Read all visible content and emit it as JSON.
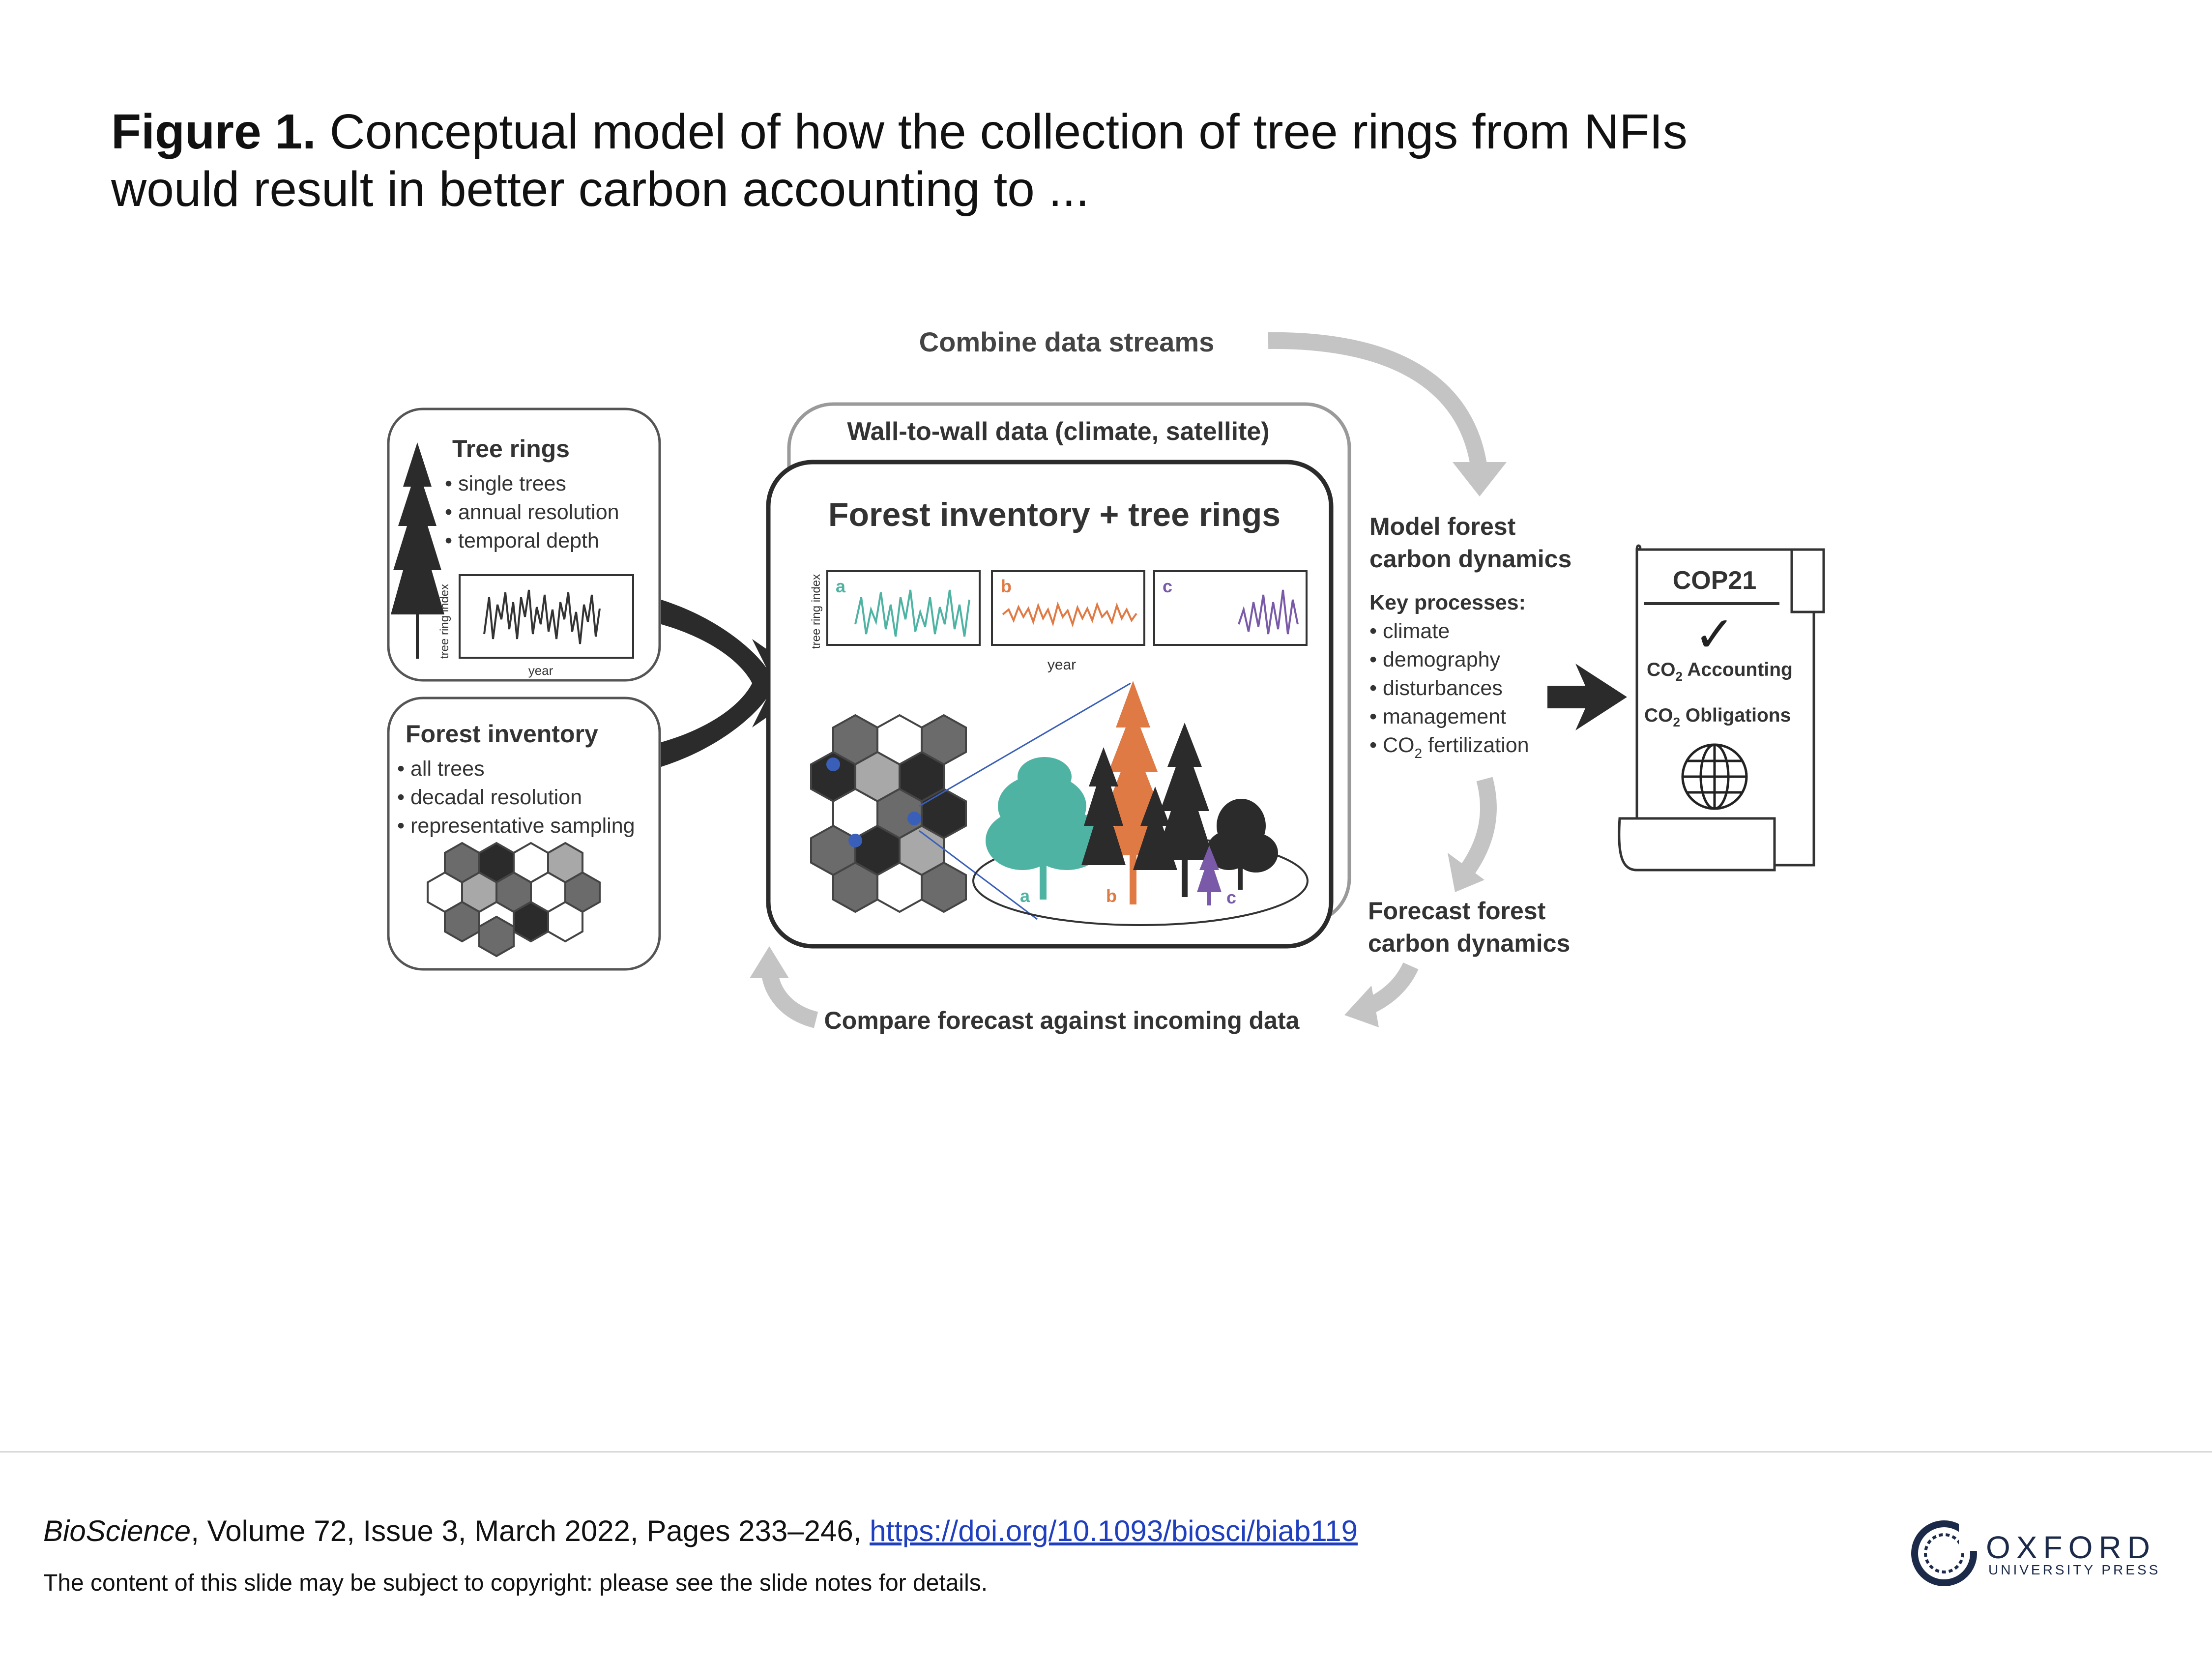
{
  "caption": {
    "label": "Figure 1.",
    "text": " Conceptual model of how the collection of tree rings from NFIs would result in better carbon accounting to ..."
  },
  "diagram": {
    "combine": "Combine data streams",
    "tree_rings": {
      "title": "Tree rings",
      "bullets": [
        "• single trees",
        "• annual resolution",
        "• temporal depth"
      ],
      "y_label": "tree ring index",
      "x_label": "year"
    },
    "forest_inventory": {
      "title": "Forest inventory",
      "bullets": [
        "• all trees",
        "• decadal resolution",
        "• representative sampling"
      ]
    },
    "wall_to_wall": "Wall-to-wall data (climate, satellite)",
    "center": {
      "title": "Forest inventory + tree rings",
      "y_label": "tree ring index",
      "x_label": "year",
      "panel_labels": [
        "a",
        "b",
        "c"
      ]
    },
    "model": {
      "title_line1": "Model forest",
      "title_line2": "carbon dynamics",
      "key_processes": "Key processes:",
      "bullets": [
        "• climate",
        "• demography",
        "• disturbances",
        "• management"
      ],
      "last_bullet_prefix": "• CO",
      "last_bullet_sub": "2",
      "last_bullet_suffix": " fertilization"
    },
    "forecast": {
      "line1": "Forecast forest",
      "line2": "carbon dynamics"
    },
    "compare": "Compare forecast against incoming data",
    "cop": {
      "title": "COP21",
      "check": "✓",
      "line1_prefix": "CO",
      "line1_sub": "2",
      "line1_suffix": " Accounting",
      "line2_prefix": "CO",
      "line2_sub": "2",
      "line2_suffix": " Obligations"
    },
    "colors": {
      "teal": "#4fb3a3",
      "orange": "#e07a45",
      "purple": "#7a5aa8",
      "dark": "#2b2b2b",
      "gray_arrow": "#bfbfbf",
      "dot_blue": "#3a5fb8"
    }
  },
  "footer": {
    "journal": "BioScience",
    "citation_rest": ", Volume 72, Issue 3, March 2022, Pages 233–246, ",
    "doi": "https://doi.org/10.1093/biosci/biab119",
    "notice": "The content of this slide may be subject to copyright: please see the slide notes for details.",
    "publisher_word": "OXFORD",
    "publisher_sub": "UNIVERSITY PRESS"
  }
}
